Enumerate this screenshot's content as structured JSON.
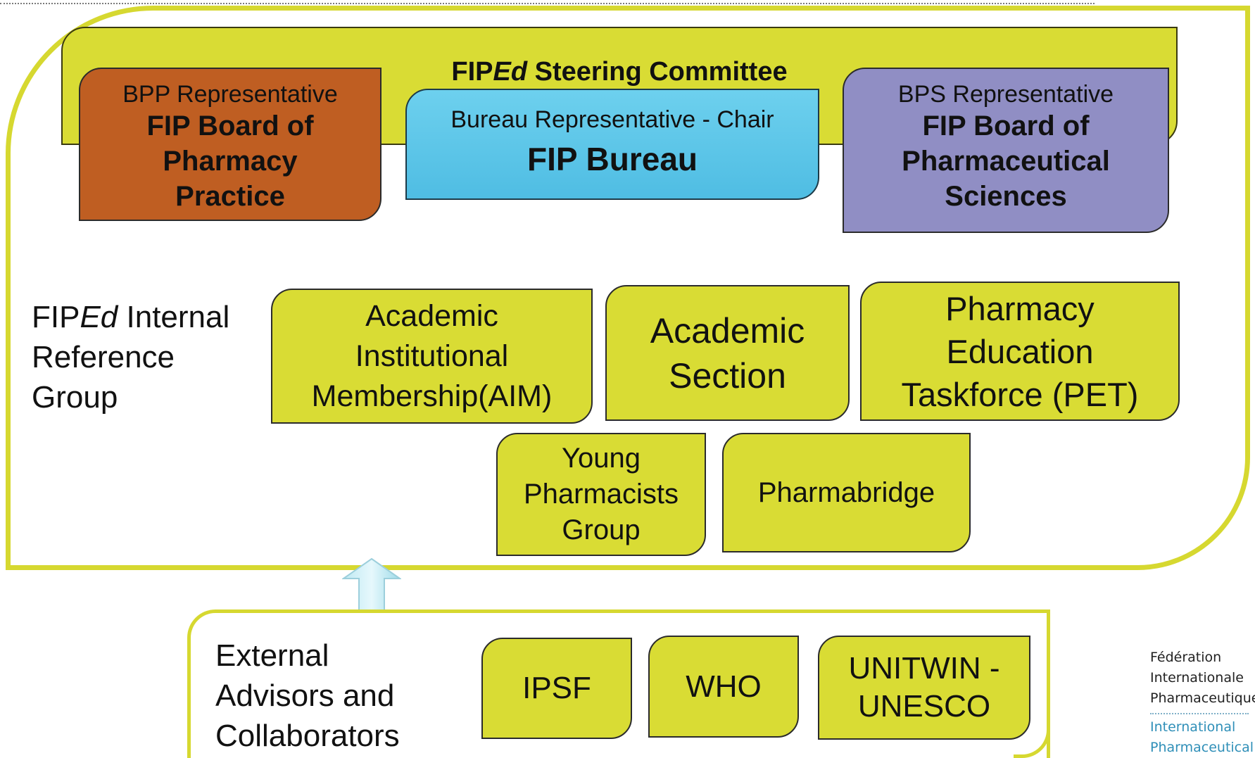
{
  "steering_committee": {
    "title_prefix": "FIP",
    "title_italic": "Ed",
    "title_suffix": " Steering Committee"
  },
  "representatives": {
    "bpp": {
      "role": "BPP Representative",
      "org": "FIP Board of Pharmacy Practice",
      "color": "#bf5e22"
    },
    "bureau": {
      "role": "Bureau Representative - Chair",
      "org": "FIP Bureau",
      "color": "#5cc6e8"
    },
    "bps": {
      "role": "BPS Representative",
      "org": "FIP Board of Pharmaceutical Sciences",
      "color": "#908ec4"
    }
  },
  "internal_reference_group": {
    "label_prefix": "FIP",
    "label_italic": "Ed",
    "label_rest": " Internal Reference Group",
    "groups": {
      "aim": {
        "line1": "Academic",
        "line2": "Institutional",
        "line3": "Membership(AIM)"
      },
      "academic_section": {
        "line1": "Academic",
        "line2": "Section"
      },
      "pet": {
        "line1": "Pharmacy",
        "line2": "Education",
        "line3": "Taskforce (PET)"
      },
      "ypg": {
        "line1": "Young",
        "line2": "Pharmacists",
        "line3": "Group"
      },
      "pharmabridge": {
        "label": "Pharmabridge"
      }
    },
    "box_color": "#d9dc34"
  },
  "connector_icon": "double-vertical-arrow-icon",
  "external": {
    "label_line1": "External",
    "label_line2": "Advisors and",
    "label_line3": "Collaborators",
    "ipsf": "IPSF",
    "who": "WHO",
    "unitwin_line1": "UNITWIN -",
    "unitwin_line2": "UNESCO"
  },
  "logo": {
    "fr_line1": "Fédération",
    "fr_line2": "Internationale",
    "fr_line3": "Pharmaceutique",
    "en_line1": "International",
    "en_line2": "Pharmaceutical"
  },
  "frame_color": "#d6d830"
}
